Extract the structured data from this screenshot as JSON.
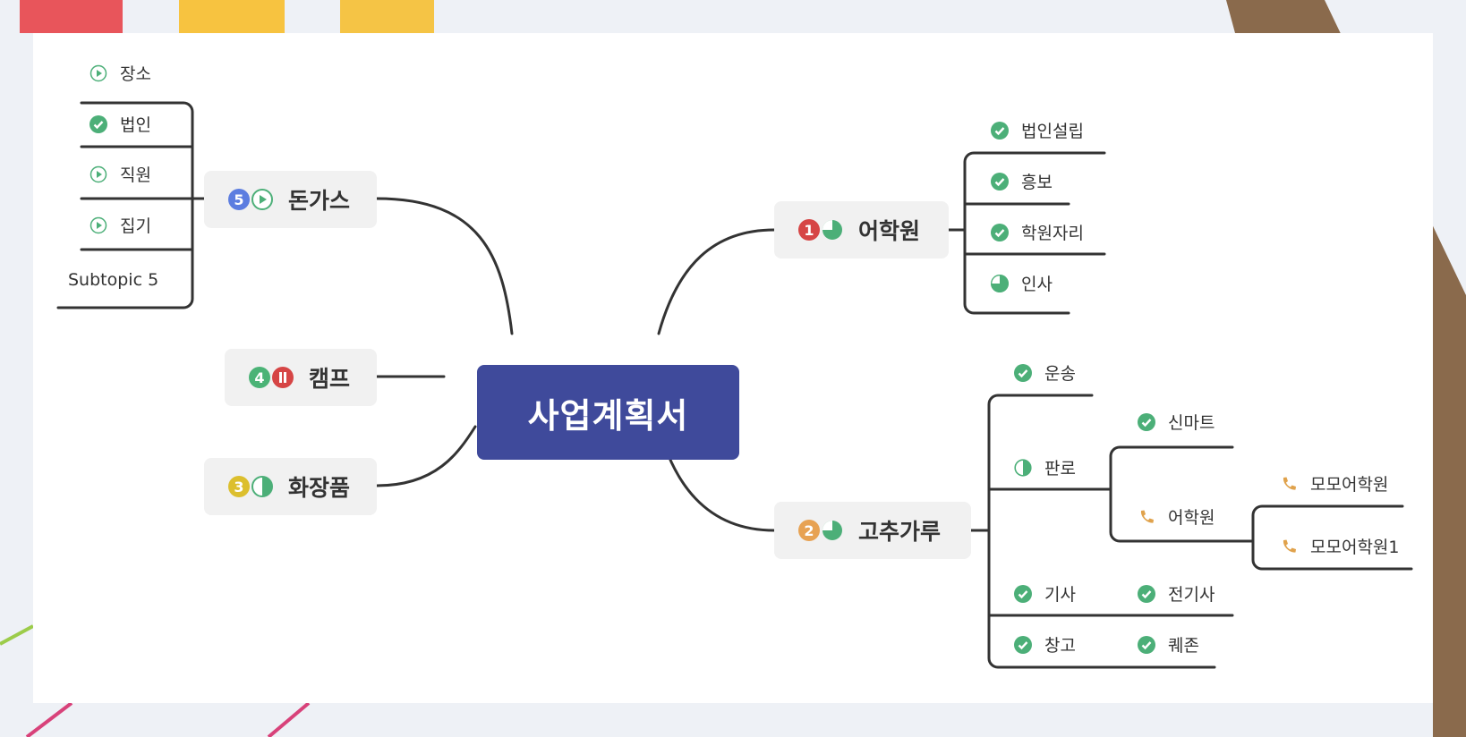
{
  "root": {
    "label": "사업계획서"
  },
  "branches": {
    "b1": {
      "label": "어학원",
      "priority": "1",
      "priority_color": "#d64545",
      "progress": "75%"
    },
    "b2": {
      "label": "고추가루",
      "priority": "2",
      "priority_color": "#e7a253",
      "progress": "75%"
    },
    "b3": {
      "label": "화장품",
      "priority": "3",
      "priority_color": "#dcbf2e",
      "progress": "50%"
    },
    "b4": {
      "label": "캠프",
      "priority": "4",
      "priority_color": "#4bb376",
      "status": "paused"
    },
    "b5": {
      "label": "돈가스",
      "priority": "5",
      "priority_color": "#5c7de0",
      "status": "start"
    }
  },
  "topics": {
    "b1": [
      "법인설립",
      "흥보",
      "학원자리",
      "인사"
    ],
    "b2": [
      "운송",
      "판로",
      "신마트",
      "어학원",
      "모모어학원",
      "모모어학원1",
      "기사",
      "전기사",
      "창고",
      "퀘존"
    ],
    "b5": [
      "장소",
      "법인",
      "직원",
      "집기",
      "Subtopic 5"
    ]
  },
  "colors": {
    "check": "#4caf78",
    "line": "#333333",
    "root_fill": "#3f4a9b",
    "phone": "#e0a24c"
  },
  "icons": {
    "done": "check-circle-icon",
    "progress": "pie-progress-icon",
    "start": "play-circle-icon",
    "pause": "pause-circle-icon",
    "call": "phone-icon"
  }
}
